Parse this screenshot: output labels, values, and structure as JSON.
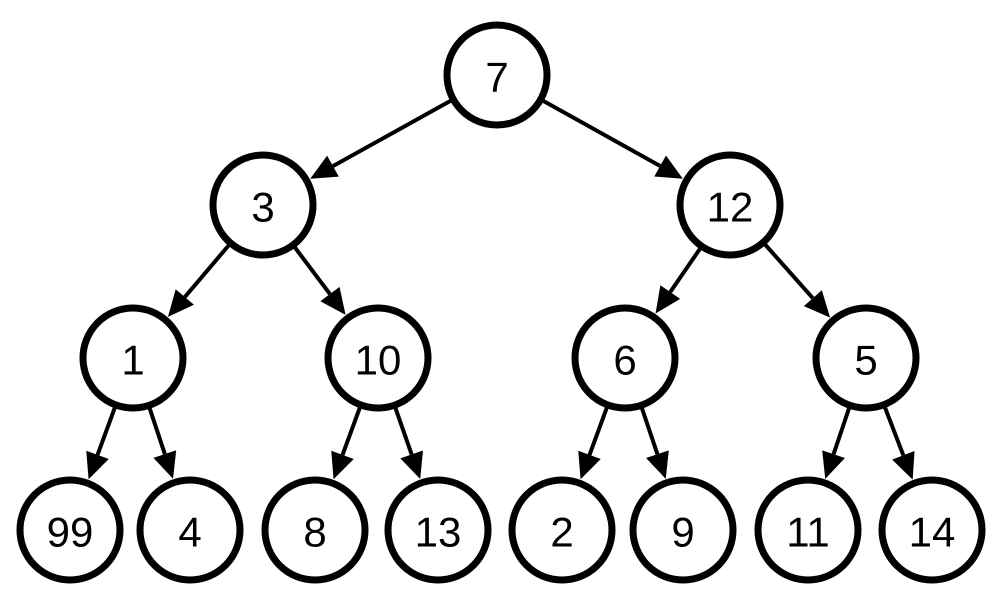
{
  "tree": {
    "nodes": [
      {
        "id": "n7",
        "label": "7"
      },
      {
        "id": "n3",
        "label": "3"
      },
      {
        "id": "n12",
        "label": "12"
      },
      {
        "id": "n1",
        "label": "1"
      },
      {
        "id": "n10",
        "label": "10"
      },
      {
        "id": "n6",
        "label": "6"
      },
      {
        "id": "n5",
        "label": "5"
      },
      {
        "id": "n99",
        "label": "99"
      },
      {
        "id": "n4",
        "label": "4"
      },
      {
        "id": "n8",
        "label": "8"
      },
      {
        "id": "n13",
        "label": "13"
      },
      {
        "id": "n2",
        "label": "2"
      },
      {
        "id": "n9",
        "label": "9"
      },
      {
        "id": "n11",
        "label": "11"
      },
      {
        "id": "n14",
        "label": "14"
      }
    ],
    "edges": [
      {
        "from": "n7",
        "to": "n3"
      },
      {
        "from": "n7",
        "to": "n12"
      },
      {
        "from": "n3",
        "to": "n1"
      },
      {
        "from": "n3",
        "to": "n10"
      },
      {
        "from": "n12",
        "to": "n6"
      },
      {
        "from": "n12",
        "to": "n5"
      },
      {
        "from": "n1",
        "to": "n99"
      },
      {
        "from": "n1",
        "to": "n4"
      },
      {
        "from": "n10",
        "to": "n8"
      },
      {
        "from": "n10",
        "to": "n13"
      },
      {
        "from": "n6",
        "to": "n2"
      },
      {
        "from": "n6",
        "to": "n9"
      },
      {
        "from": "n5",
        "to": "n11"
      },
      {
        "from": "n5",
        "to": "n14"
      }
    ]
  }
}
